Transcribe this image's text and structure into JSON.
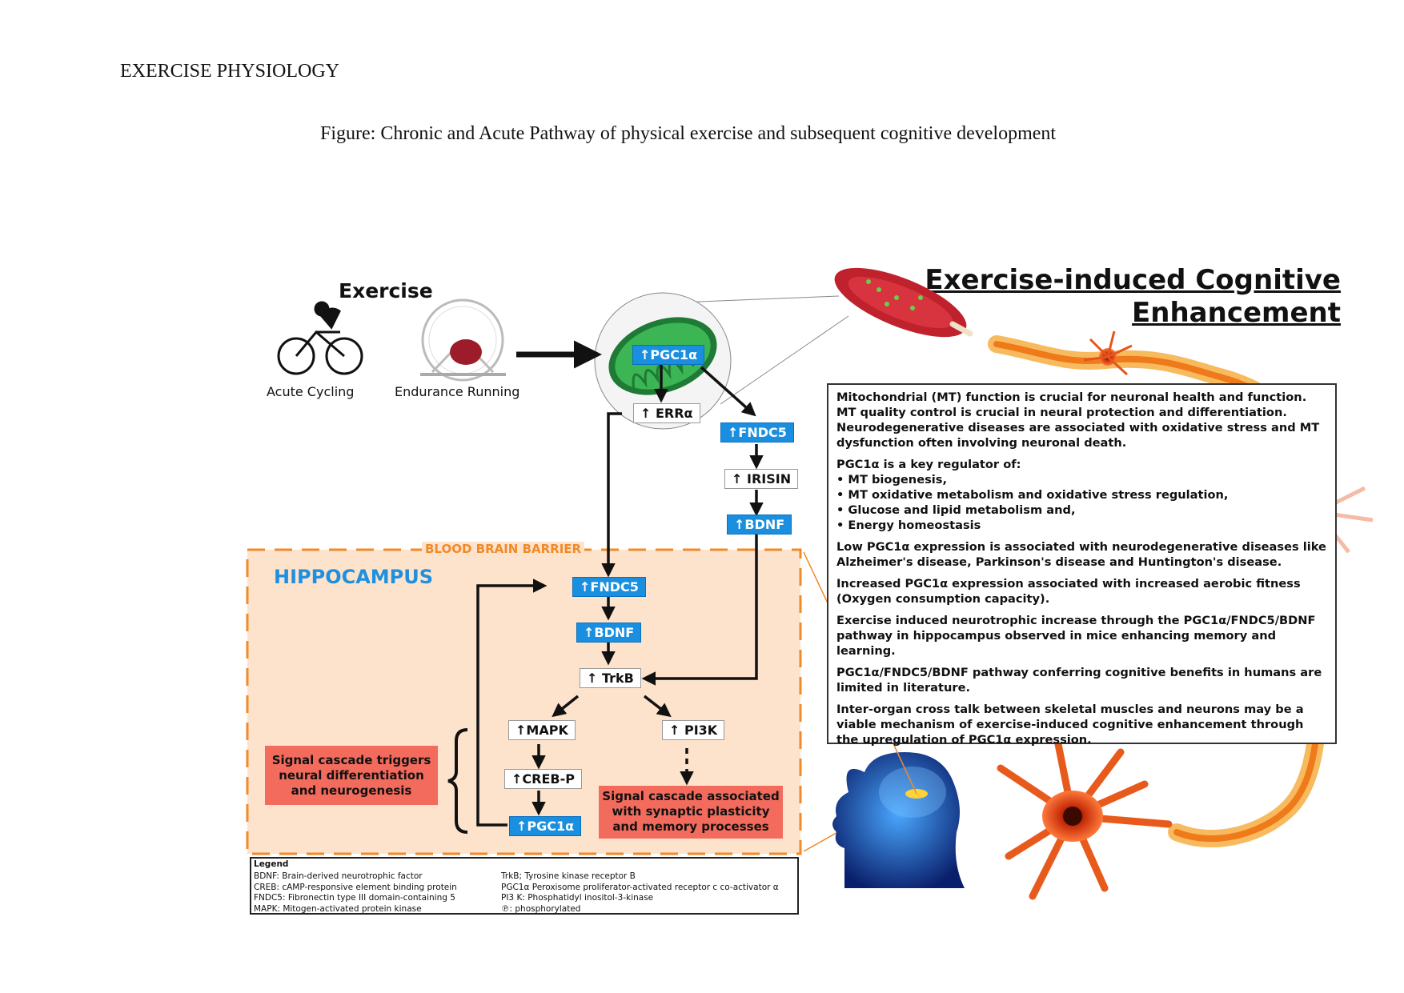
{
  "running_head": "EXERCISE PHYSIOLOGY",
  "caption": "Figure: Chronic and Acute Pathway of physical exercise and subsequent cognitive development",
  "title_lines": [
    "Exercise-induced Cognitive",
    "Enhancement"
  ],
  "exercise": {
    "heading": "Exercise",
    "acute": "Acute Cycling",
    "endurance": "Endurance Running"
  },
  "muscle_nodes": {
    "pgc1a": "PGC1α",
    "erra": "ERRα",
    "fndc5": "FNDC5",
    "irisin": "IRISIN",
    "bdnf": "BDNF"
  },
  "brain": {
    "barrier": "BLOOD BRAIN BARRIER",
    "region": "HIPPOCAMPUS",
    "fndc5": "FNDC5",
    "bdnf": "BDNF",
    "trkb": "TrkB",
    "mapk": "MAPK",
    "pi3k": "PI3K",
    "creb": "CREB-P",
    "pgc1a": "PGC1α",
    "signal_left": "Signal cascade triggers neural differentiation and neurogenesis",
    "signal_right": "Signal cascade associated with synaptic plasticity and memory processes"
  },
  "info": {
    "p1": "Mitochondrial (MT) function is crucial for neuronal health and function. MT quality control is crucial in neural protection and differentiation. Neurodegenerative diseases are associated with oxidative stress and MT dysfunction often involving neuronal death.",
    "p2_head": "PGC1α is a key regulator of:",
    "bullets": [
      "MT biogenesis,",
      "MT oxidative metabolism and oxidative stress regulation,",
      "Glucose and lipid metabolism and,",
      "Energy homeostasis"
    ],
    "p3": "Low PGC1α expression is associated with neurodegenerative diseases like Alzheimer's disease, Parkinson's disease and Huntington's disease.",
    "p4": "Increased PGC1α expression associated with increased aerobic fitness (Oxygen consumption capacity).",
    "p5": "Exercise induced neurotrophic increase through the PGC1α/FNDC5/BDNF pathway in hippocampus observed in mice enhancing memory and learning.",
    "p6": "PGC1α/FNDC5/BDNF pathway conferring cognitive benefits in humans are limited in literature.",
    "p7": "Inter-organ cross talk between skeletal muscles and neurons may be a viable mechanism of exercise-induced cognitive enhancement through the upregulation of PGC1α expression."
  },
  "legend": {
    "title": "Legend",
    "left": [
      "BDNF: Brain-derived neurotrophic factor",
      "CREB: cAMP-responsive element binding protein",
      "FNDC5: Fibronectin type III domain-containing 5",
      "MAPK: Mitogen-activated protein kinase"
    ],
    "right": [
      "TrkB; Tyrosine kinase receptor B",
      "PGC1α Peroxisome proliferator-activated receptor c co-activator α",
      "PI3 K: Phosphatidyl inositol-3-kinase",
      "℗: phosphorylated"
    ]
  },
  "colors": {
    "blue_node": "#1a8fe0",
    "hippocampus_fill": "#fde3cc",
    "barrier_orange": "#f08a2a",
    "signal_red": "#f26b5c",
    "mito_green": "#2ea84a"
  }
}
